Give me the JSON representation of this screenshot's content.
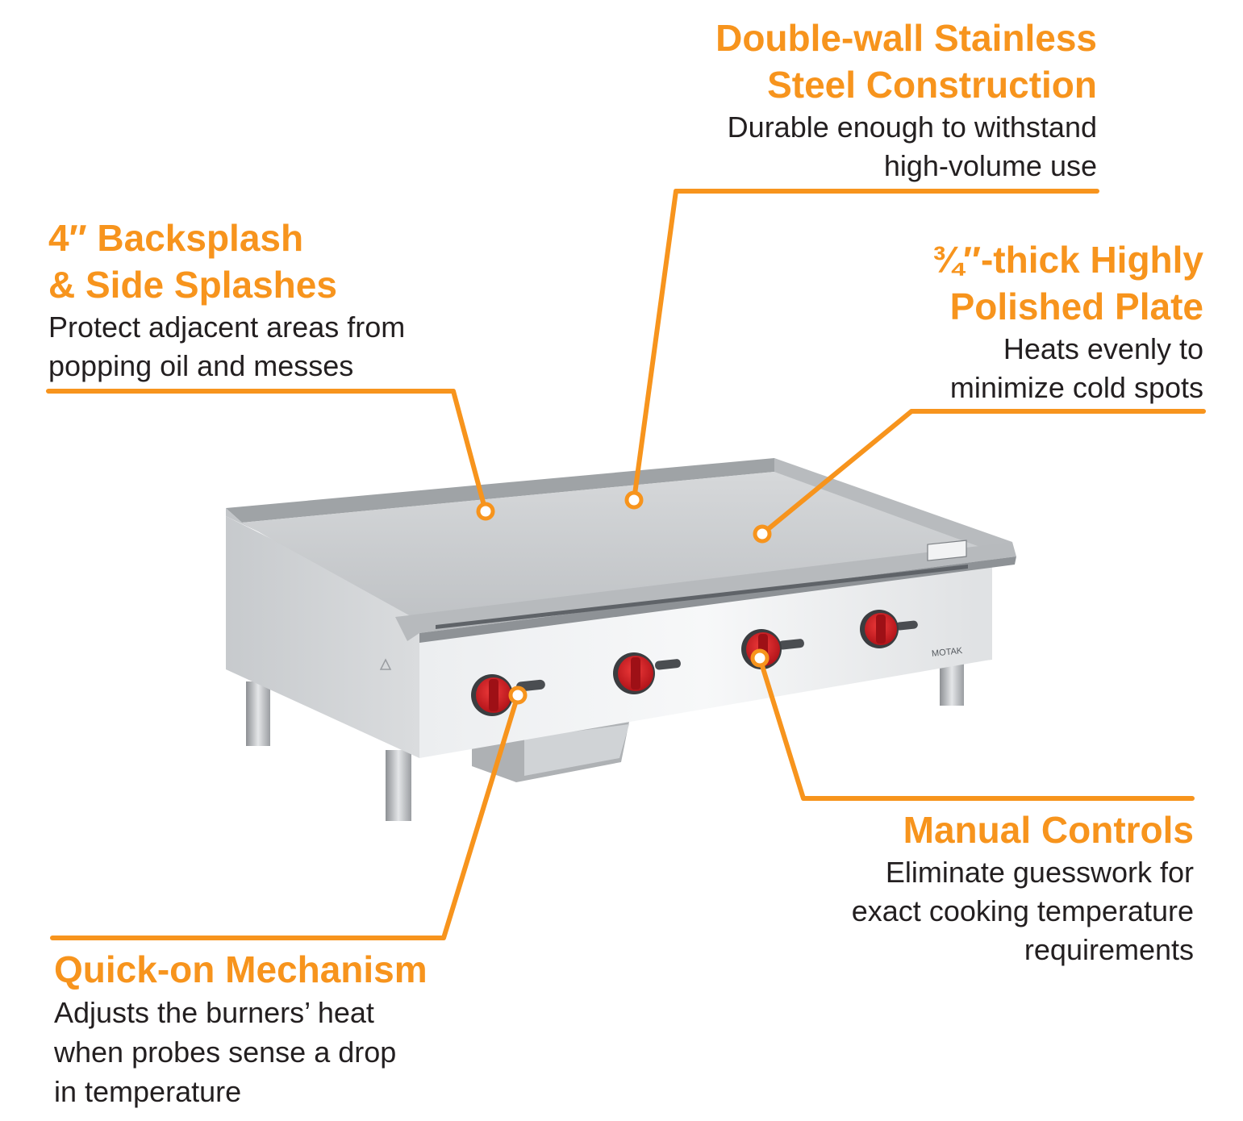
{
  "colors": {
    "accent": "#f7941d",
    "text": "#231f20",
    "knob": "#d71f26"
  },
  "brand_label": "MOTAK",
  "callouts": {
    "double_wall": {
      "title": "Double-wall Stainless\nSteel Construction",
      "desc": "Durable enough to withstand\nhigh-volume use"
    },
    "backsplash": {
      "title": "4″ Backsplash\n& Side Splashes",
      "desc": "Protect adjacent areas from\npopping oil and messes"
    },
    "plate": {
      "title": "¾″-thick Highly\nPolished Plate",
      "desc": "Heats evenly to\nminimize cold spots"
    },
    "manual": {
      "title": "Manual Controls",
      "desc": "Eliminate guesswork for\nexact cooking temperature\nrequirements"
    },
    "quick_on": {
      "title": "Quick-on Mechanism",
      "desc": "Adjusts the burners’ heat\nwhen probes sense a drop\nin temperature"
    }
  }
}
